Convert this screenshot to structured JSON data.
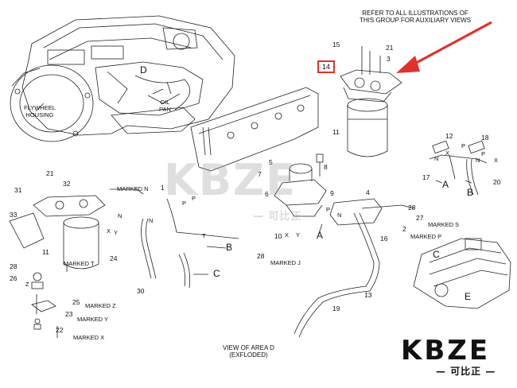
{
  "note_top": [
    "REFER TO ALL ILLUSTRATIONS OF",
    "THIS GROUP FOR AUXILIARY VIEWS"
  ],
  "highlighted_part": "14",
  "part_numbers": {
    "p15": "15",
    "p21a": "21",
    "p3": "3",
    "p11a": "11",
    "p12": "12",
    "p18": "18",
    "p17": "17",
    "p20": "20",
    "p7": "7",
    "p5": "5",
    "p8": "8",
    "p6": "6",
    "p9": "9",
    "p4": "4",
    "p1": "1",
    "p16": "16",
    "p2": "2",
    "p28a": "28",
    "p27": "27",
    "p28b": "28",
    "p10": "10",
    "p21b": "21",
    "p31": "31",
    "p32": "32",
    "p33": "33",
    "p11b": "11",
    "p24": "24",
    "p30": "30",
    "p28c": "28",
    "p26": "26",
    "p25": "25",
    "p23": "23",
    "p22": "22",
    "p19": "19",
    "p13": "13"
  },
  "letters": {
    "D": "D",
    "A1": "A",
    "B1": "B",
    "C1": "C",
    "A2": "A",
    "B2": "B",
    "C2": "C",
    "E": "E"
  },
  "small_labels": {
    "P1": "P",
    "N1": "N",
    "X1": "X",
    "P2": "P",
    "N2": "N",
    "X2": "X",
    "Z": "Z",
    "Xb": "X",
    "Yb": "Y",
    "Nb": "N",
    "Pb": "P",
    "Tb": "T",
    "Pc": "P",
    "Nc": "N",
    "Xc": "X",
    "Yc": "Y",
    "Nd": "N",
    "Pd": "P"
  },
  "engine_labels": {
    "flywheel": [
      "FLYWHEEL",
      "HOUSING"
    ],
    "oil": [
      "OIL",
      "PAN"
    ]
  },
  "marked": {
    "n": "MARKED N",
    "t": "MARKED T",
    "s": "MARKED S",
    "p": "MARKED P",
    "j": "MARKED J",
    "z": "MARKED Z",
    "y": "MARKED Y",
    "x": "MARKED X"
  },
  "view_caption": [
    "VIEW OF AREA  D",
    "(EXFLODED)"
  ],
  "watermark": {
    "main": "KBZE",
    "sub": "— 可比正 —",
    "corner": "KBZE",
    "corner_sub": "— 可比正 —"
  },
  "colors": {
    "callout_box": "#e0312a",
    "arrow": "#e0312a",
    "ink": "#111111"
  }
}
